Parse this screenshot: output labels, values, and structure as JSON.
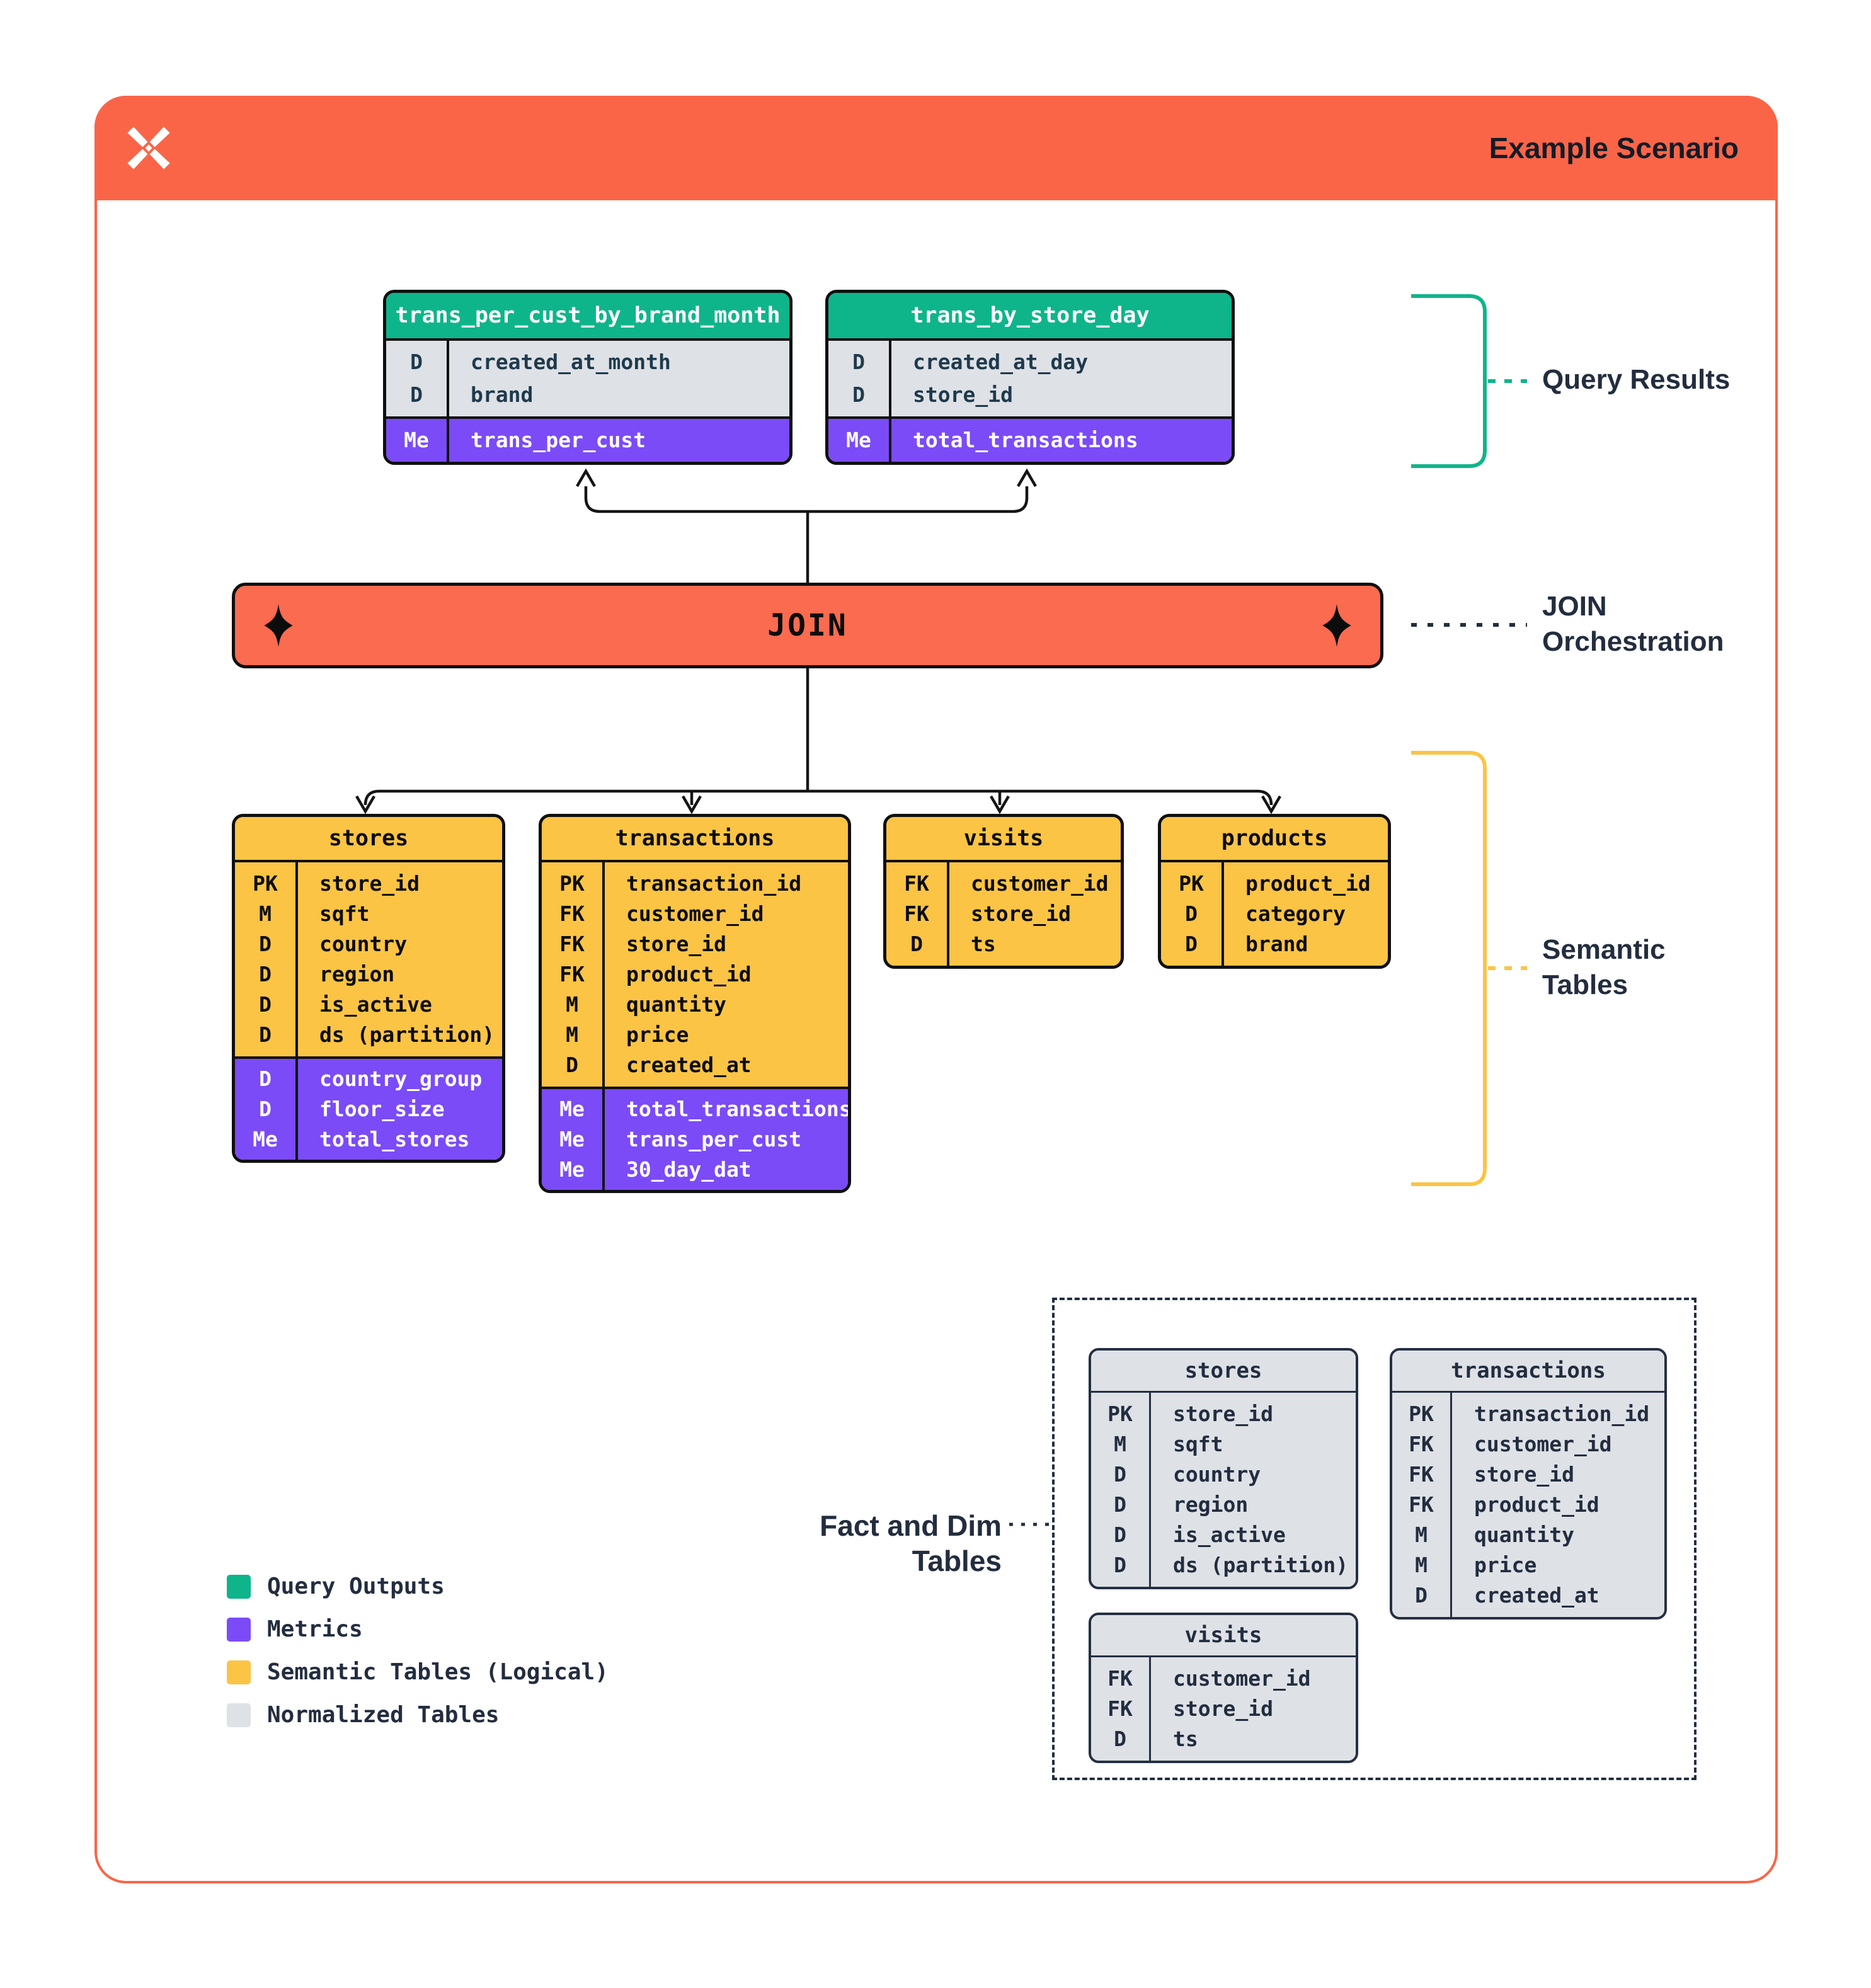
{
  "header": {
    "title": "Example Scenario",
    "logo": "dagster-x-logo"
  },
  "labels": {
    "join": "JOIN",
    "query_results": "Query Results",
    "join_orchestration_line1": "JOIN",
    "join_orchestration_line2": "Orchestration",
    "semantic_line1": "Semantic",
    "semantic_line2": "Tables",
    "fact_dim": "Fact and Dim Tables"
  },
  "colors": {
    "orange": "#FA6548",
    "green": "#0FB58A",
    "purple": "#7B4BF7",
    "yellow": "#FBC445",
    "gray": "#DEE1E6",
    "navy": "#232D3F"
  },
  "query_result_tables": [
    {
      "name": "trans_per_cust_by_brand_month",
      "dims": [
        {
          "key": "D",
          "name": "created_at_month"
        },
        {
          "key": "D",
          "name": "brand"
        }
      ],
      "metrics": [
        {
          "key": "Me",
          "name": "trans_per_cust"
        }
      ]
    },
    {
      "name": "trans_by_store_day",
      "dims": [
        {
          "key": "D",
          "name": "created_at_day"
        },
        {
          "key": "D",
          "name": "store_id"
        }
      ],
      "metrics": [
        {
          "key": "Me",
          "name": "total_transactions"
        }
      ]
    }
  ],
  "semantic_tables": [
    {
      "name": "stores",
      "columns": [
        {
          "key": "PK",
          "name": "store_id"
        },
        {
          "key": "M",
          "name": "sqft"
        },
        {
          "key": "D",
          "name": "country"
        },
        {
          "key": "D",
          "name": "region"
        },
        {
          "key": "D",
          "name": "is_active"
        },
        {
          "key": "D",
          "name": "ds (partition)"
        }
      ],
      "metrics": [
        {
          "key": "D",
          "name": "country_group"
        },
        {
          "key": "D",
          "name": "floor_size"
        },
        {
          "key": "Me",
          "name": "total_stores"
        }
      ]
    },
    {
      "name": "transactions",
      "columns": [
        {
          "key": "PK",
          "name": "transaction_id"
        },
        {
          "key": "FK",
          "name": "customer_id"
        },
        {
          "key": "FK",
          "name": "store_id"
        },
        {
          "key": "FK",
          "name": "product_id"
        },
        {
          "key": "M",
          "name": "quantity"
        },
        {
          "key": "M",
          "name": "price"
        },
        {
          "key": "D",
          "name": "created_at"
        }
      ],
      "metrics": [
        {
          "key": "Me",
          "name": "total_transactions"
        },
        {
          "key": "Me",
          "name": "trans_per_cust"
        },
        {
          "key": "Me",
          "name": "30_day_dat"
        }
      ]
    },
    {
      "name": "visits",
      "columns": [
        {
          "key": "FK",
          "name": "customer_id"
        },
        {
          "key": "FK",
          "name": "store_id"
        },
        {
          "key": "D",
          "name": "ts"
        }
      ],
      "metrics": []
    },
    {
      "name": "products",
      "columns": [
        {
          "key": "PK",
          "name": "product_id"
        },
        {
          "key": "D",
          "name": "category"
        },
        {
          "key": "D",
          "name": "brand"
        }
      ],
      "metrics": []
    }
  ],
  "normalized_tables": [
    {
      "name": "stores",
      "columns": [
        {
          "key": "PK",
          "name": "store_id"
        },
        {
          "key": "M",
          "name": "sqft"
        },
        {
          "key": "D",
          "name": "country"
        },
        {
          "key": "D",
          "name": "region"
        },
        {
          "key": "D",
          "name": "is_active"
        },
        {
          "key": "D",
          "name": "ds (partition)"
        }
      ]
    },
    {
      "name": "transactions",
      "columns": [
        {
          "key": "PK",
          "name": "transaction_id"
        },
        {
          "key": "FK",
          "name": "customer_id"
        },
        {
          "key": "FK",
          "name": "store_id"
        },
        {
          "key": "FK",
          "name": "product_id"
        },
        {
          "key": "M",
          "name": "quantity"
        },
        {
          "key": "M",
          "name": "price"
        },
        {
          "key": "D",
          "name": "created_at"
        }
      ]
    },
    {
      "name": "visits",
      "columns": [
        {
          "key": "FK",
          "name": "customer_id"
        },
        {
          "key": "FK",
          "name": "store_id"
        },
        {
          "key": "D",
          "name": "ts"
        }
      ]
    }
  ],
  "legend": [
    {
      "swatch": "#0FB58A",
      "label": "Query Outputs"
    },
    {
      "swatch": "#7B4BF7",
      "label": "Metrics"
    },
    {
      "swatch": "#FBC445",
      "label": "Semantic Tables (Logical)"
    },
    {
      "swatch": "#DEE1E6",
      "label": "Normalized Tables"
    }
  ]
}
